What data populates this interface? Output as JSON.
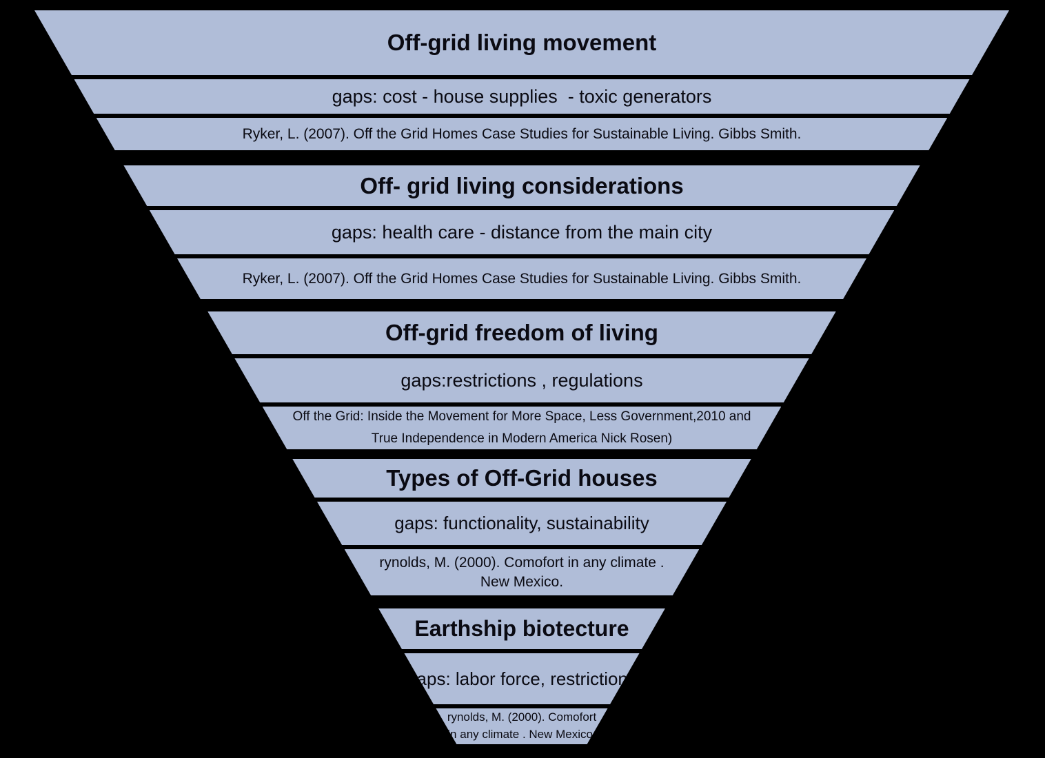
{
  "diagram": {
    "type": "inverted-pyramid-funnel",
    "background_color": "#000000",
    "band_color": "#b0bdd8",
    "text_color": "#0a0a12",
    "groups": [
      {
        "title": "Off-grid living movement",
        "gaps": "gaps: cost - house supplies  - toxic generators",
        "citation_lines": [
          "Ryker, L. (2007). Off the Grid Homes Case Studies for Sustainable Living. Gibbs Smith."
        ]
      },
      {
        "title": "Off- grid living considerations",
        "gaps": "gaps: health care - distance from the main city",
        "citation_lines": [
          "Ryker, L. (2007). Off the Grid Homes Case Studies for Sustainable Living. Gibbs Smith."
        ]
      },
      {
        "title": "Off-grid freedom of living",
        "gaps": "gaps:restrictions , regulations",
        "citation_lines": [
          "Off the Grid: Inside the Movement for More Space, Less Government,2010 and",
          "True Independence in Modern America Nick Rosen)"
        ]
      },
      {
        "title": "Types of Off-Grid houses",
        "gaps": "gaps: functionality, sustainability",
        "citation_lines": [
          "rynolds, M. (2000). Comofort in any climate .",
          "New Mexico."
        ]
      },
      {
        "title": "Earthship biotecture",
        "gaps": "gaps: labor force, restrictions",
        "citation_lines": [
          "rynolds, M. (2000). Comofort",
          "in any climate . New Mexico."
        ]
      }
    ]
  }
}
